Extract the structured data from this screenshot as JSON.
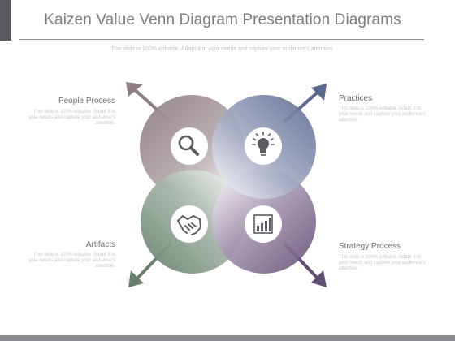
{
  "slide": {
    "title": "Kaizen Value Venn Diagram Presentation Diagrams",
    "subtitle": "This slide is 100% editable. Adapt it to your needs and capture your audience's attention."
  },
  "sections": [
    {
      "title": "People Process",
      "description": "This slide is 100% editable. Adapt it to your needs and capture your audience's attention.",
      "icon": "magnifier-icon",
      "color": "#8f7e81"
    },
    {
      "title": "Practices",
      "description": "This slide is 100% editable. Adapt it to your needs and capture your audience's attention.",
      "icon": "lightbulb-icon",
      "color": "#63708f"
    },
    {
      "title": "Artifacts",
      "description": "This slide is 100% editable. Adapt it to your needs and capture your audience's attention.",
      "icon": "handshake-icon",
      "color": "#6c8272"
    },
    {
      "title": "Strategy Process",
      "description": "This slide is 100% editable. Adapt it to your needs and capture your audience's attention.",
      "icon": "bar-chart-icon",
      "color": "#6c5b79"
    }
  ]
}
